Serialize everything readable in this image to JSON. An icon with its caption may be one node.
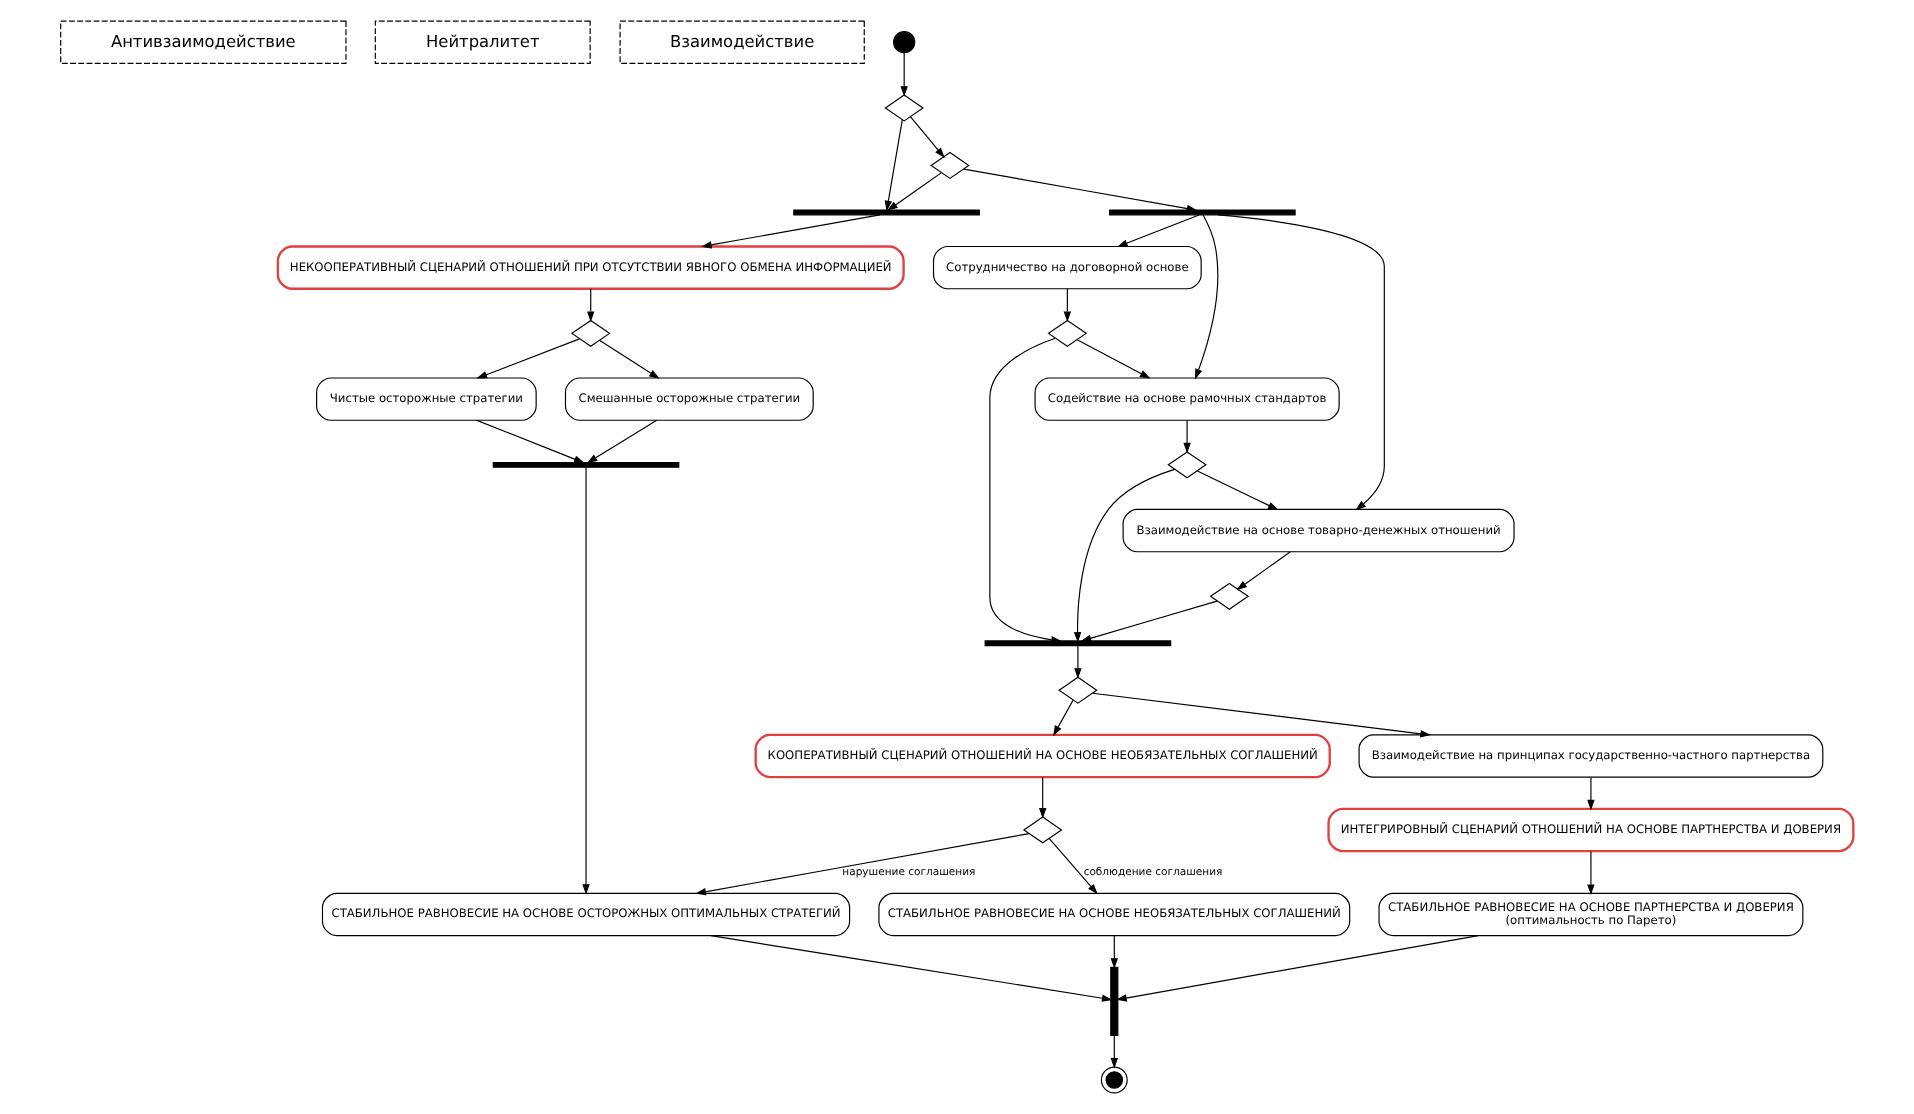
{
  "diagram": {
    "nodes": [
      {
        "text": [
          "Антивзаимодействие"
        ]
      },
      {
        "text": [
          "Нейтралитет"
        ]
      },
      {
        "text": [
          "Взаимодействие"
        ]
      },
      {
        "text": [],
        "shape": "circle"
      },
      {
        "text": [],
        "shape": "diamond"
      },
      {
        "text": [],
        "shape": "diamond"
      },
      {
        "text": [],
        "shape": "bar"
      },
      {
        "text": [],
        "shape": "bar"
      },
      {
        "text": [
          "НЕКООПЕРАТИВНЫЙ СЦЕНАРИЙ ОТНОШЕНИЙ ПРИ ОТСУТСТВИИ ЯВНОГО ОБМЕНА ИНФОРМАЦИЕЙ"
        ]
      },
      {
        "text": [],
        "shape": "diamond"
      },
      {
        "text": [
          "Чистые осторожные стратегии"
        ]
      },
      {
        "text": [
          "Смешанные осторожные стратегии"
        ]
      },
      {
        "text": [],
        "shape": "bar"
      },
      {
        "text": [
          "Сотрудничество на договорной основе"
        ]
      },
      {
        "text": [],
        "shape": "diamond"
      },
      {
        "text": [
          "Содействие на основе рамочных стандартов"
        ]
      },
      {
        "text": [],
        "shape": "diamond"
      },
      {
        "text": [
          "Взаимодействие на основе товарно-денежных отношений"
        ]
      },
      {
        "text": [],
        "shape": "diamond"
      },
      {
        "text": [],
        "shape": "bar"
      },
      {
        "text": [],
        "shape": "diamond"
      },
      {
        "text": [
          "Взаимодействие на принципах государственно-частного партнерства"
        ]
      },
      {
        "text": [
          "КООПЕРАТИВНЫЙ СЦЕНАРИЙ ОТНОШЕНИЙ НА ОСНОВЕ НЕОБЯЗАТЕЛЬНЫХ СОГЛАШЕНИЙ"
        ]
      },
      {
        "text": [],
        "shape": "diamond"
      },
      {
        "text": [
          "СТАБИЛЬНОЕ РАВНОВЕСИЕ НА ОСНОВЕ ОСТОРОЖНЫХ ОПТИМАЛЬНЫХ СТРАТЕГИЙ"
        ]
      },
      {
        "text": [
          "СТАБИЛЬНОЕ РАВНОВЕСИЕ НА ОСНОВЕ НЕОБЯЗАТЕЛЬНЫХ СОГЛАШЕНИЙ"
        ]
      },
      {
        "text": [
          "ИНТЕГРИРОВНЫЙ СЦЕНАРИЙ ОТНОШЕНИЙ НА ОСНОВЕ ПАРТНЕРСТВА И ДОВЕРИЯ"
        ]
      },
      {
        "text": [
          "СТАБИЛЬНОЕ РАВНОВЕСИЕ НА ОСНОВЕ ПАРТНЕРСТВА И ДОВЕРИЯ",
          "(оптимальность по Парето)"
        ]
      },
      {
        "text": [],
        "shape": "bar"
      },
      {
        "text": [],
        "shape": "circle"
      }
    ],
    "edges": [
      {
        "from": 3,
        "to": 4,
        "arrow": "to"
      },
      {
        "from": 4,
        "to": 5,
        "arrow": "to"
      },
      {
        "from": 5,
        "to": 6,
        "arrow": "to"
      },
      {
        "from": 4,
        "to": 7,
        "arrow": "to"
      },
      {
        "from": 5,
        "to": 7,
        "arrow": "to"
      },
      {
        "from": 7,
        "to": 8,
        "arrow": "to"
      },
      {
        "from": 8,
        "to": 9,
        "arrow": "to"
      },
      {
        "from": 9,
        "to": 10,
        "arrow": "to"
      },
      {
        "from": 9,
        "to": 11,
        "arrow": "to"
      },
      {
        "from": 10,
        "to": 12,
        "arrow": "to"
      },
      {
        "from": 11,
        "to": 12,
        "arrow": "to"
      },
      {
        "from": 12,
        "to": 24,
        "arrow": "to"
      },
      {
        "from": 6,
        "to": 13,
        "arrow": "to"
      },
      {
        "from": 6,
        "to": 15,
        "arrow": "to"
      },
      {
        "from": 6,
        "to": 17,
        "arrow": "to"
      },
      {
        "from": 13,
        "to": 14,
        "arrow": "to"
      },
      {
        "from": 14,
        "to": 15,
        "arrow": "to"
      },
      {
        "from": 14,
        "to": 19,
        "arrow": "to"
      },
      {
        "from": 15,
        "to": 16,
        "arrow": "to"
      },
      {
        "from": 16,
        "to": 17,
        "arrow": "to"
      },
      {
        "from": 16,
        "to": 19,
        "arrow": "to"
      },
      {
        "from": 17,
        "to": 18,
        "arrow": "to"
      },
      {
        "from": 18,
        "to": 19,
        "arrow": "to"
      },
      {
        "from": 19,
        "to": 20,
        "arrow": "to"
      },
      {
        "from": 20,
        "to": 21,
        "arrow": "to"
      },
      {
        "from": 20,
        "to": 22,
        "arrow": "to"
      },
      {
        "from": 22,
        "to": 23,
        "arrow": "to"
      },
      {
        "from": 23,
        "to": 24,
        "label": "нарушение соглашения",
        "arrow": "to"
      },
      {
        "from": 23,
        "to": 25,
        "label": "соблюдение соглашения",
        "arrow": "to"
      },
      {
        "from": 21,
        "to": 26,
        "arrow": "to"
      },
      {
        "from": 26,
        "to": 27,
        "arrow": "to"
      },
      {
        "from": 24,
        "to": 28,
        "arrow": "to"
      },
      {
        "from": 25,
        "to": 28,
        "arrow": "to"
      },
      {
        "from": 27,
        "to": 28,
        "arrow": "to"
      },
      {
        "from": 28,
        "to": 29,
        "arrow": "to"
      }
    ]
  }
}
